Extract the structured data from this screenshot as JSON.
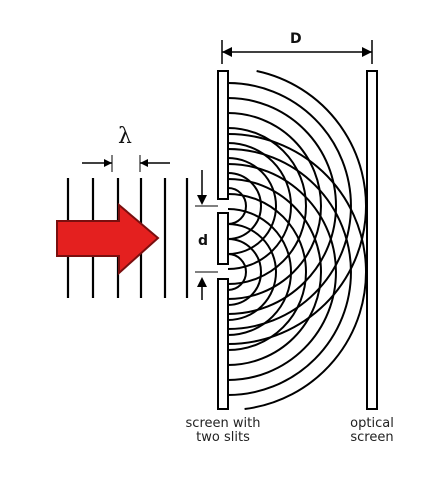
{
  "title": "",
  "labels": {
    "wavelength_symbol": "λ",
    "slit_separation": "d",
    "screen_distance": "D",
    "slit_screen": [
      "screen with",
      "two slits"
    ],
    "optical_screen": [
      "optical",
      "screen"
    ]
  },
  "colors": {
    "arrow_fill": "#e4201f",
    "arrow_stroke": "#7a0f0f",
    "ink": "#000000",
    "label_color": "#222222"
  },
  "icons": {
    "incoming_light": "right-arrow-icon"
  }
}
